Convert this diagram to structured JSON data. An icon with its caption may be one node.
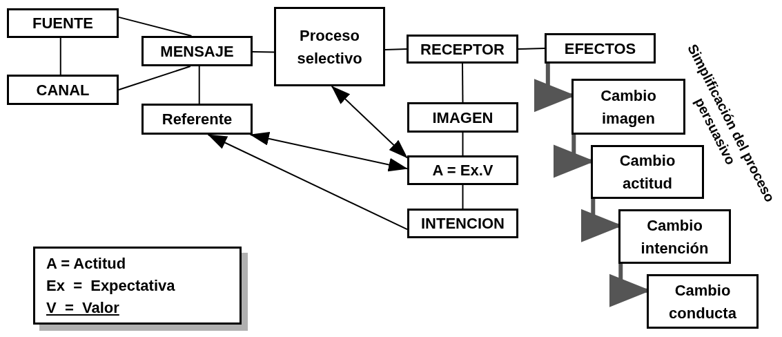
{
  "diagram": {
    "nodes": [
      {
        "text": [
          "FUENTE"
        ]
      },
      {
        "text": [
          "CANAL"
        ]
      },
      {
        "text": [
          "MENSAJE"
        ]
      },
      {
        "text": [
          "Referente"
        ]
      },
      {
        "text": [
          "Proceso selectivo"
        ]
      },
      {
        "text": [
          "RECEPTOR"
        ]
      },
      {
        "text": [
          "EFECTOS"
        ]
      },
      {
        "text": [
          "IMAGEN"
        ]
      },
      {
        "text": [
          "A = Ex.V"
        ]
      },
      {
        "text": [
          "INTENCION"
        ]
      },
      {
        "text": [
          "Cambio imagen"
        ]
      },
      {
        "text": [
          "Cambio actitud"
        ]
      },
      {
        "text": [
          "Cambio intención"
        ]
      },
      {
        "text": [
          "Cambio conducta"
        ]
      },
      {
        "text": [
          "A = Actitud",
          "Ex  =  Expectativa",
          "V  =  Valor"
        ]
      }
    ],
    "edges": [
      {
        "from": 0,
        "to": 2,
        "arrow": "none"
      },
      {
        "from": 1,
        "to": 2,
        "arrow": "none"
      },
      {
        "from": 0,
        "to": 1,
        "arrow": "none"
      },
      {
        "from": 2,
        "to": 4,
        "arrow": "none"
      },
      {
        "from": 2,
        "to": 3,
        "arrow": "none"
      },
      {
        "from": 4,
        "to": 5,
        "arrow": "none"
      },
      {
        "from": 5,
        "to": 6,
        "arrow": "none"
      },
      {
        "from": 5,
        "to": 7,
        "arrow": "none"
      },
      {
        "from": 7,
        "to": 8,
        "arrow": "none"
      },
      {
        "from": 8,
        "to": 9,
        "arrow": "none"
      },
      {
        "from": 4,
        "to": 8,
        "arrow": "both"
      },
      {
        "from": 3,
        "to": 8,
        "arrow": "both"
      },
      {
        "from": 9,
        "to": 3,
        "arrow": "to"
      },
      {
        "from": 6,
        "to": 10,
        "arrow": "to",
        "style": "thick",
        "color": "#555555"
      },
      {
        "from": 10,
        "to": 11,
        "arrow": "to",
        "style": "thick",
        "color": "#555555"
      },
      {
        "from": 11,
        "to": 12,
        "arrow": "to",
        "style": "thick",
        "color": "#555555"
      },
      {
        "from": 12,
        "to": 13,
        "arrow": "to",
        "style": "thick",
        "color": "#555555"
      }
    ],
    "labels": [
      "Simplificación del proceso persuasivo"
    ]
  }
}
